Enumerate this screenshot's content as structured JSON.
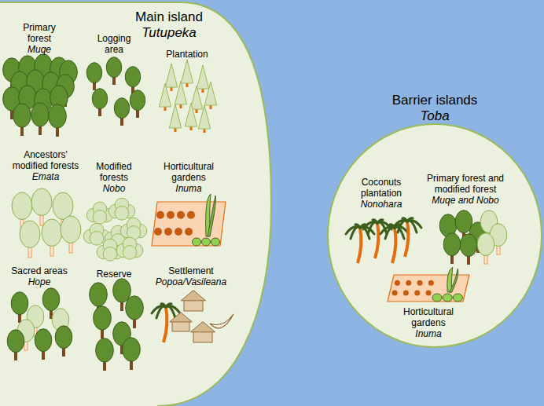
{
  "diagram": {
    "nodes": [
      {
        "text": [
          "Main island",
          "Tutupeka"
        ]
      },
      {
        "text": [
          "Primary forest",
          "Muqe"
        ],
        "in": 0
      },
      {
        "text": [
          "Logging area"
        ],
        "in": 0
      },
      {
        "text": [
          "Plantation"
        ],
        "in": 0
      },
      {
        "text": [
          "Ancestors' modified forests",
          "Emata"
        ],
        "in": 0
      },
      {
        "text": [
          "Modified forests",
          "Nobo"
        ],
        "in": 0
      },
      {
        "text": [
          "Horticultural gardens",
          "Inuma"
        ],
        "in": 0
      },
      {
        "text": [
          "Sacred areas",
          "Hope"
        ],
        "in": 0
      },
      {
        "text": [
          "Reserve"
        ],
        "in": 0
      },
      {
        "text": [
          "Settlement",
          "Popoa/Vasileana"
        ],
        "in": 0
      },
      {
        "text": [
          "Barrier islands",
          "Toba"
        ]
      },
      {
        "text": [
          "Coconuts plantation",
          "Nonohara"
        ],
        "in": 10
      },
      {
        "text": [
          "Primary forest and modified forest",
          "Muqe and Nobo"
        ],
        "in": 10
      },
      {
        "text": [
          "Horticultural gardens",
          "Inuma"
        ],
        "in": 10
      }
    ]
  }
}
